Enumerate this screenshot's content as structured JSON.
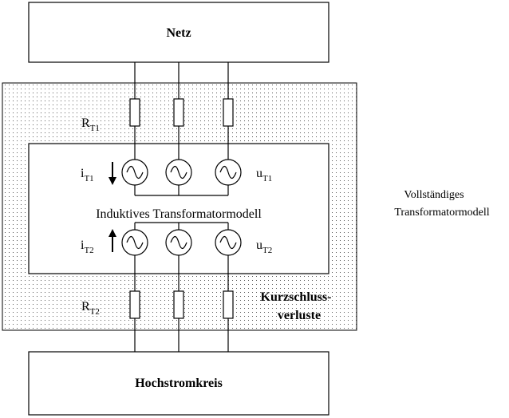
{
  "blocks": {
    "top": "Netz",
    "bottom": "Hochstromkreis",
    "inner": "Induktives Transformatormodell",
    "losses_line1": "Kurzschluss-",
    "losses_line2": "verluste"
  },
  "side_label": {
    "line1": "Vollständiges",
    "line2": "Transformatormodell"
  },
  "symbols": {
    "r_t1": {
      "main": "R",
      "sub": "T1"
    },
    "r_t2": {
      "main": "R",
      "sub": "T2"
    },
    "i_t1": {
      "main": "i",
      "sub": "T1"
    },
    "i_t2": {
      "main": "i",
      "sub": "T2"
    },
    "u_t1": {
      "main": "u",
      "sub": "T1"
    },
    "u_t2": {
      "main": "u",
      "sub": "T2"
    }
  }
}
